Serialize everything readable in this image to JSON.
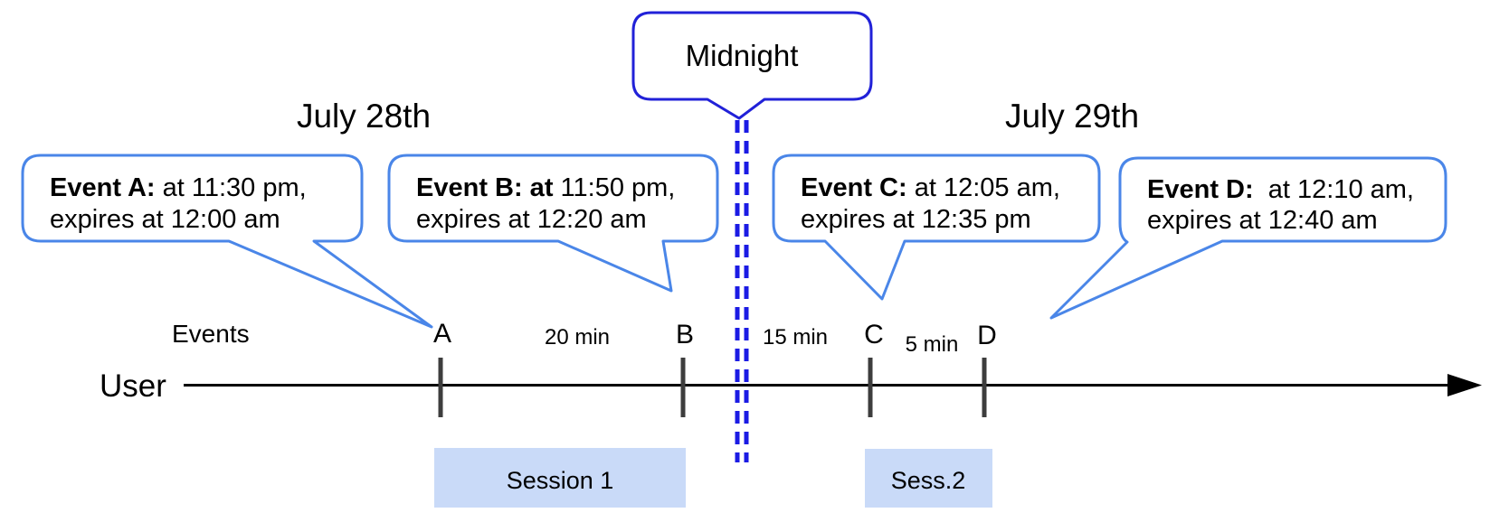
{
  "dates": {
    "left": "July 28th",
    "right": "July 29th"
  },
  "midnight": {
    "label": "Midnight"
  },
  "axis": {
    "events_label": "Events",
    "user_label": "User"
  },
  "events": [
    {
      "tick_label": "A",
      "bold": "Event A:",
      "line1_rest": " at 11:30 pm,",
      "line2": "expires at 12:00 am"
    },
    {
      "tick_label": "B",
      "bold": "Event B: at",
      "line1_rest": " 11:50 pm,",
      "line2": "expires at 12:20 am"
    },
    {
      "tick_label": "C",
      "bold": "Event C:",
      "line1_rest": " at 12:05 am,",
      "line2": "expires at 12:35 pm"
    },
    {
      "tick_label": "D",
      "bold": "Event D:",
      "line1_rest": "  at 12:10 am,",
      "line2": "expires at 12:40 am"
    }
  ],
  "gaps": [
    {
      "label": "20 min"
    },
    {
      "label": "15 min"
    },
    {
      "label": "5 min"
    }
  ],
  "sessions": [
    {
      "label": "Session 1"
    },
    {
      "label": "Sess.2"
    }
  ],
  "colors": {
    "callout_border": "#4a86e8",
    "midnight_border": "#2121d8",
    "dash_line": "#1b1be4",
    "session_fill": "#c9daf8",
    "tick": "#3d3d3d",
    "timeline": "#000000"
  }
}
